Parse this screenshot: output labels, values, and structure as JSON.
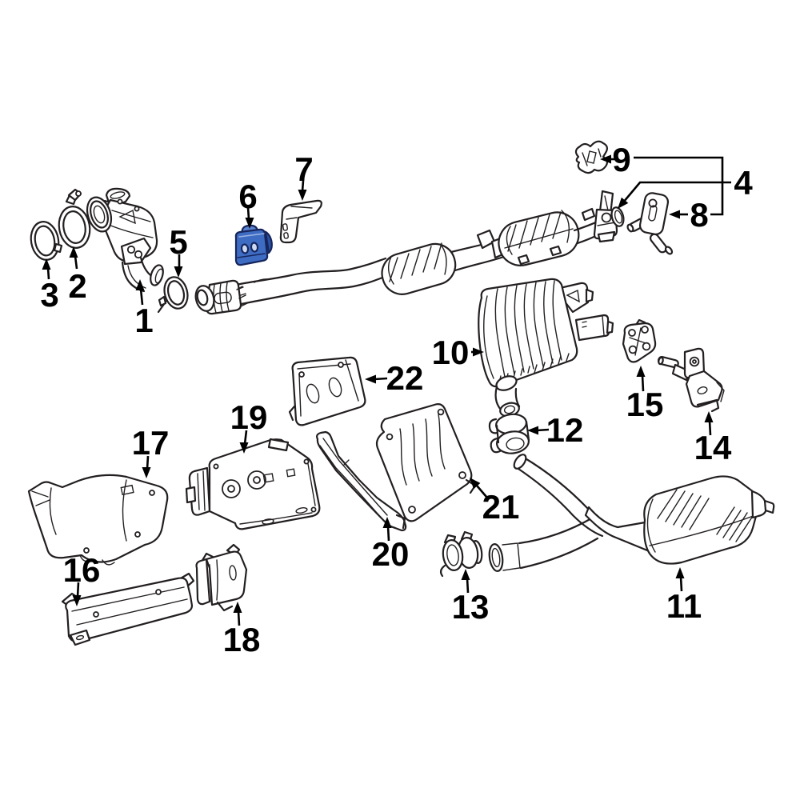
{
  "diagram": {
    "background_color": "#ffffff",
    "line_color": "#231f20",
    "label_color": "#000000",
    "highlighted_part_number": "6",
    "highlight_fill": "#3e6cc3",
    "highlight_light": "#5c84d2",
    "highlight_dark": "#2b51a4",
    "highlight_hole": "#ccd9f2",
    "highlight_stroke": "#16265c",
    "labels": [
      {
        "text": "1"
      },
      {
        "text": "2"
      },
      {
        "text": "3"
      },
      {
        "text": "4"
      },
      {
        "text": "5"
      },
      {
        "text": "6"
      },
      {
        "text": "7"
      },
      {
        "text": "8"
      },
      {
        "text": "9"
      },
      {
        "text": "10"
      },
      {
        "text": "11"
      },
      {
        "text": "12"
      },
      {
        "text": "13"
      },
      {
        "text": "14"
      },
      {
        "text": "15"
      },
      {
        "text": "16"
      },
      {
        "text": "17"
      },
      {
        "text": "18"
      },
      {
        "text": "19"
      },
      {
        "text": "20"
      },
      {
        "text": "21"
      },
      {
        "text": "22"
      }
    ]
  }
}
